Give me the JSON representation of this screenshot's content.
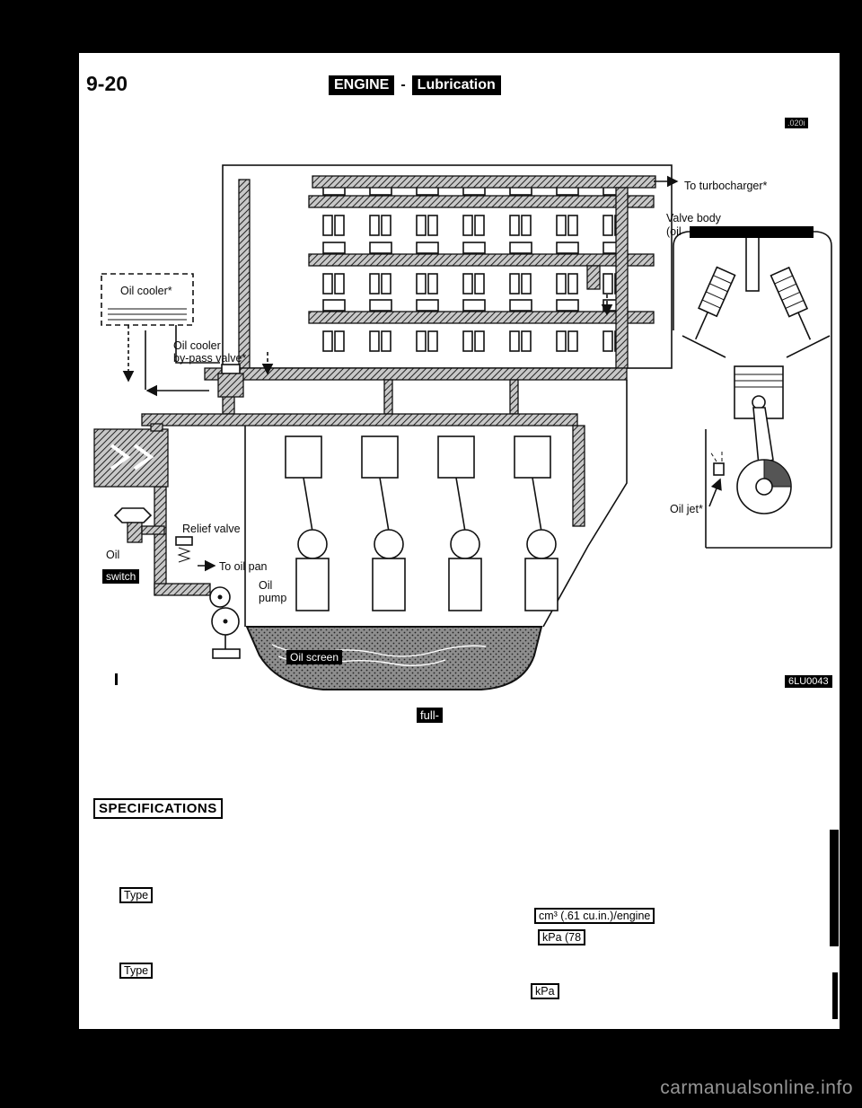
{
  "colors": {
    "background": "#000000",
    "paper": "#ffffff",
    "ink": "#111111",
    "watermark_gray": "#969696"
  },
  "header": {
    "page_number": "9-20",
    "section": "ENGINE",
    "separator": "-",
    "topic": "Lubrication",
    "corner_code": ".020i"
  },
  "diagram": {
    "labels": {
      "to_turbocharger": "To turbocharger*",
      "valve_body_line1": "Valve body",
      "valve_body_line2": "(oil",
      "oil_cooler": "Oil cooler*",
      "bypass_line1": "Oil cooler",
      "bypass_line2": "by-pass valve*",
      "relief_valve": "Relief valve",
      "oil_switch_line1": "Oil",
      "oil_switch_line2": "switch",
      "to_oil_pan": "To oil pan",
      "oil_pump_line1": "Oil",
      "oil_pump_line2": "pump",
      "oil_screen": "Oil screen",
      "oil_jet": "Oil jet*",
      "figure_code": "6LU0043"
    },
    "caption_fragment": "full-"
  },
  "specifications": {
    "heading": "SPECIFICATIONS",
    "type_label_1": "Type",
    "pump_capacity": "cm³ (.61 cu.in.)/engine",
    "pressure_value": "kPa (78",
    "type_label_2": "Type",
    "relief_pressure": "kPa"
  },
  "footer": {
    "watermark": "carmanualsonline.info"
  }
}
